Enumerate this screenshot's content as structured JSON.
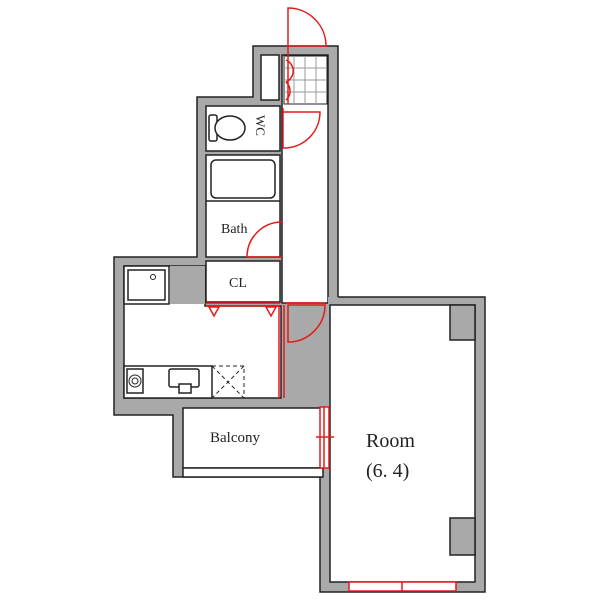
{
  "floor_plan": {
    "rooms": {
      "wc": "WC",
      "bath": "Bath",
      "closet": "CL",
      "balcony": "Balcony",
      "room": "Room",
      "room_size": "(6. 4)"
    },
    "colors": {
      "wall": "#a9a9a9",
      "door": "#e31b1b",
      "line": "#222222"
    }
  }
}
